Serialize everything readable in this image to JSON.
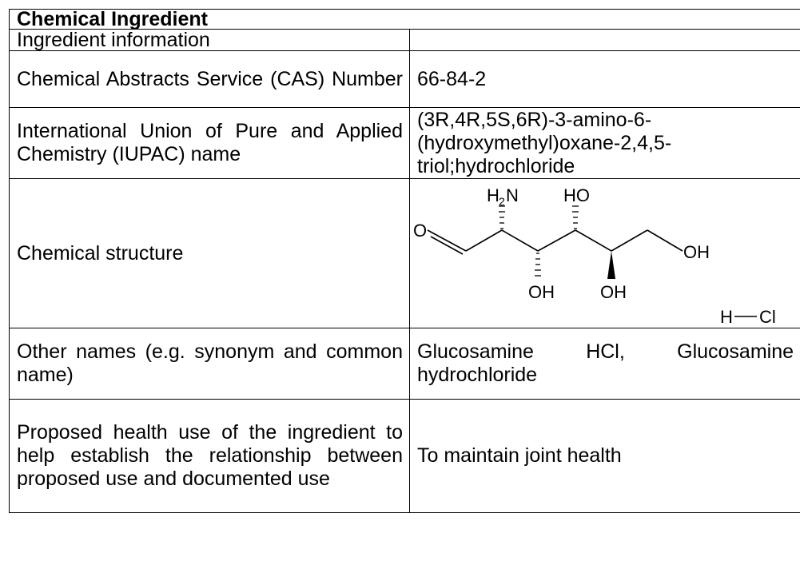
{
  "table": {
    "title": "Chemical Ingredient",
    "rows": [
      {
        "label": "Ingredient information",
        "value": ""
      },
      {
        "label": "Chemical Abstracts Service (CAS) Number",
        "value": "66-84-2"
      },
      {
        "label": "International Union of Pure and Applied Chemistry (IUPAC) name",
        "value": "(3R,4R,5S,6R)-3-amino-6-(hydroxymethyl)oxane-2,4,5-triol;hydrochloride"
      },
      {
        "label": "Chemical structure",
        "value": ""
      },
      {
        "label": "Other names (e.g. synonym and common name)",
        "value": "Glucosamine HCl, Glucosamine hydrochloride"
      },
      {
        "label": "Proposed health use of the ingredient to help establish the relationship between proposed use and documented use",
        "value": "To maintain joint health"
      }
    ]
  },
  "structure": {
    "atoms": {
      "amine_h": "H",
      "amine_sub": "2",
      "amine_n": "N",
      "top_hydroxyl": "HO",
      "aldehyde_o": "O",
      "terminal_hydroxyl": "OH",
      "lower_hydroxyl_1": "OH",
      "lower_hydroxyl_2": "OH",
      "salt_h": "H",
      "salt_cl": "Cl"
    }
  }
}
